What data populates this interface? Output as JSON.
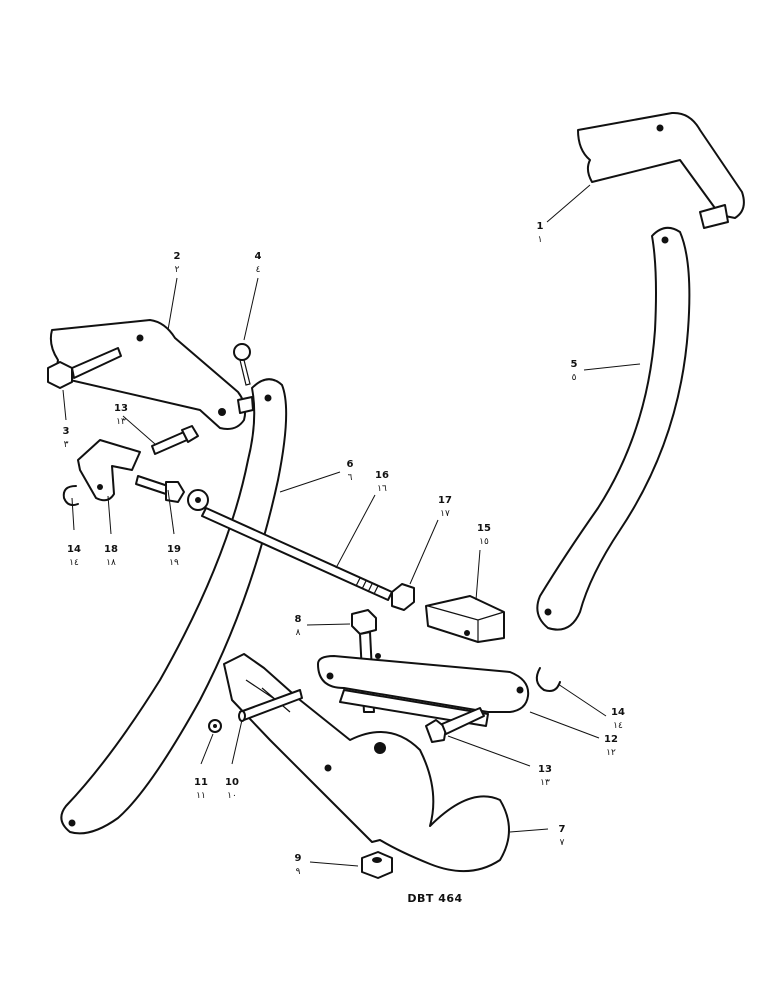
{
  "caption": "DBT 464",
  "callouts": [
    {
      "id": "1",
      "number": "1",
      "arabic": "١"
    },
    {
      "id": "2",
      "number": "2",
      "arabic": "٢"
    },
    {
      "id": "3",
      "number": "3",
      "arabic": "٣"
    },
    {
      "id": "4",
      "number": "4",
      "arabic": "٤"
    },
    {
      "id": "5",
      "number": "5",
      "arabic": "٥"
    },
    {
      "id": "6",
      "number": "6",
      "arabic": "٦"
    },
    {
      "id": "7",
      "number": "7",
      "arabic": "٧"
    },
    {
      "id": "8",
      "number": "8",
      "arabic": "٨"
    },
    {
      "id": "9",
      "number": "9",
      "arabic": "٩"
    },
    {
      "id": "10",
      "number": "10",
      "arabic": "١٠"
    },
    {
      "id": "11",
      "number": "11",
      "arabic": "١١"
    },
    {
      "id": "12",
      "number": "12",
      "arabic": "١٢"
    },
    {
      "id": "13a",
      "number": "13",
      "arabic": "١٣"
    },
    {
      "id": "13b",
      "number": "13",
      "arabic": "١٣"
    },
    {
      "id": "14a",
      "number": "14",
      "arabic": "١٤"
    },
    {
      "id": "14b",
      "number": "14",
      "arabic": "١٤"
    },
    {
      "id": "15",
      "number": "15",
      "arabic": "١٥"
    },
    {
      "id": "16",
      "number": "16",
      "arabic": "١٦"
    },
    {
      "id": "17",
      "number": "17",
      "arabic": "١٧"
    },
    {
      "id": "18",
      "number": "18",
      "arabic": "١٨"
    },
    {
      "id": "19",
      "number": "19",
      "arabic": "١٩"
    }
  ]
}
